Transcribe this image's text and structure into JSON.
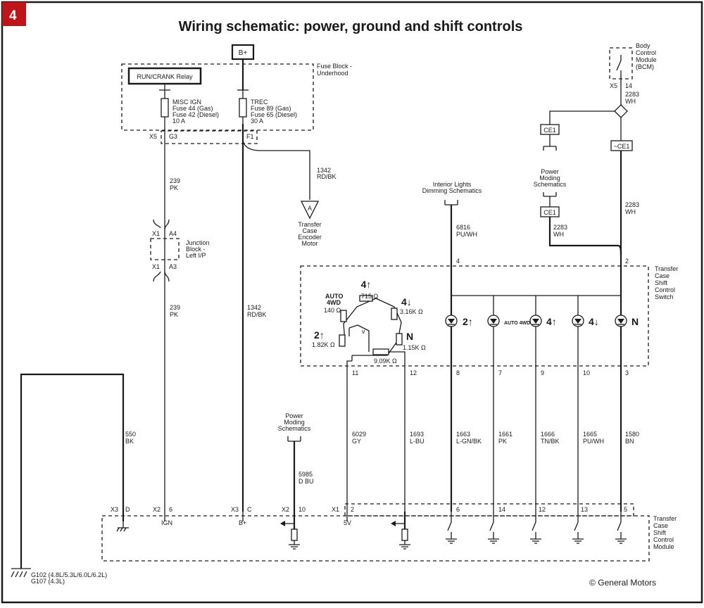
{
  "figure_number": "4",
  "title": "Wiring schematic: power, ground and shift controls",
  "copyright": "© General Motors",
  "colors": {
    "badge": "#c0141b",
    "ink": "#1a1a1a",
    "border": "#1a1a1a"
  },
  "top": {
    "bplus": "B+",
    "relay": "RUN/CRANK Relay",
    "fuse_block": [
      "Fuse Block -",
      "Underhood"
    ],
    "misc_fuse": [
      "MISC IGN",
      "Fuse 44 (Gas)",
      "Fuse 42 (Diesel)",
      "10 A"
    ],
    "trec_fuse": [
      "TREC",
      "Fuse 89 (Gas)",
      "Fuse 65 (Diesel)",
      "30 A"
    ],
    "x5": "X5",
    "g3": "G3",
    "f1": "F1",
    "wire_1342_a": [
      "1342",
      "RD/BK"
    ],
    "encoder_a": "A",
    "encoder": [
      "Transfer",
      "Case",
      "Encoder",
      "Motor"
    ]
  },
  "left": {
    "wire_239_a": [
      "239",
      "PK"
    ],
    "x1a": "X1",
    "a4": "A4",
    "x1b": "X1",
    "a3": "A3",
    "junction": [
      "Junction",
      "Block -",
      "Left I/P"
    ],
    "wire_239_b": [
      "239",
      "PK"
    ],
    "wire_1342_b": [
      "1342",
      "RD/BK"
    ],
    "wire_550": [
      "550",
      "BK"
    ]
  },
  "bcm": {
    "label": [
      "Body",
      "Control",
      "Module",
      "(BCM)"
    ],
    "x5": "X5",
    "pin14": "14",
    "wire_2283_a": [
      "2283",
      "WH"
    ],
    "ce1_left": "CE1",
    "ce1_right": "~CE1",
    "wire_2283_b": [
      "2283",
      "WH"
    ],
    "power_moding": [
      "Power",
      "Moding",
      "Schematics"
    ],
    "ce1_mid": "CE1",
    "wire_2283_c": [
      "2283",
      "WH"
    ]
  },
  "interior": {
    "label": [
      "Interior Lights",
      "Dimming Schematics"
    ],
    "wire_6816": [
      "6816",
      "PU/WH"
    ]
  },
  "switch": {
    "label": [
      "Transfer",
      "Case",
      "Shift",
      "Control",
      "Switch"
    ],
    "pin4": "4",
    "pin2": "2",
    "res_715": "715 Ω",
    "res_316": "3.16K Ω",
    "res_140": "140 Ω",
    "res_182": "1.82K Ω",
    "res_115": "1.15K Ω",
    "res_909": "9.09K Ω",
    "auto4wd": [
      "AUTO",
      "4WD"
    ],
    "pos_4hi": "4↑",
    "pos_4lo": "4↓",
    "pos_2hi": "2↑",
    "pos_n": "N",
    "led_labels": [
      "2↑",
      "AUTO 4WD",
      "4↑",
      "4↓",
      "N"
    ],
    "pins_bottom": [
      "11",
      "12",
      "8",
      "7",
      "9",
      "10",
      "3"
    ]
  },
  "wires_bottom": [
    {
      "num": "6029",
      "color": "GY"
    },
    {
      "num": "1693",
      "color": "L-BU"
    },
    {
      "num": "1663",
      "color": "L-GN/BK"
    },
    {
      "num": "1661",
      "color": "PK"
    },
    {
      "num": "1666",
      "color": "TN/BK"
    },
    {
      "num": "1665",
      "color": "PU/WH"
    },
    {
      "num": "1580",
      "color": "BN"
    }
  ],
  "power_moding_bottom": [
    "Power",
    "Moding",
    "Schematics"
  ],
  "wire_5985": [
    "5985",
    "D BU"
  ],
  "module": {
    "label": [
      "Transfer",
      "Case",
      "Shift",
      "Control",
      "Module"
    ],
    "connectors": [
      "X3",
      "X2",
      "X3",
      "X2",
      "X1"
    ],
    "pins": [
      "D",
      "6",
      "C",
      "10",
      "2",
      "6",
      "14",
      "12",
      "13",
      "5"
    ],
    "pin_labels": [
      "IGN",
      "B+",
      "5V"
    ]
  },
  "grounds": [
    "G102 (4.8L/5.3L/6.0L/6.2L)",
    "G107 (4.3L)"
  ]
}
